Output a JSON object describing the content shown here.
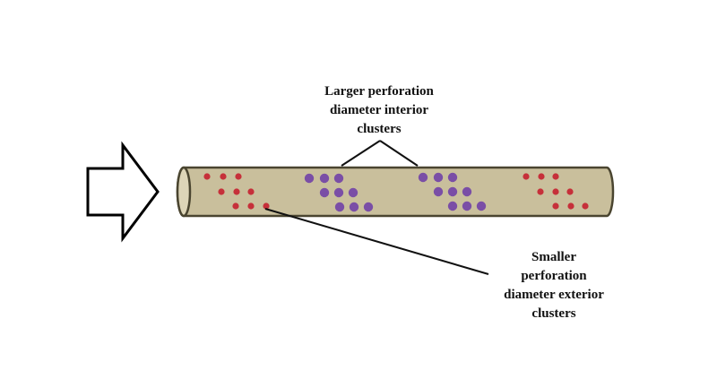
{
  "labels": {
    "larger": [
      "Larger perforation",
      "diameter interior",
      "clusters"
    ],
    "smaller": [
      "Smaller",
      "perforation",
      "diameter exterior",
      "clusters"
    ]
  },
  "colors": {
    "pipe_fill": "#c9bf9c",
    "pipe_stroke": "#4a4530",
    "small_dot": "#c6303a",
    "large_dot": "#7a4ea6",
    "line": "#111111",
    "arrow_stroke": "#000000"
  },
  "icons": {
    "flow_arrow": "right-arrow-outline-icon"
  }
}
